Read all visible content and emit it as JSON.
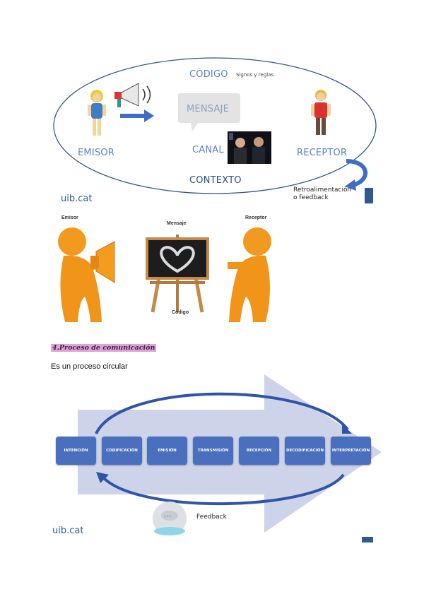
{
  "diagram1": {
    "codigo": "CÓDIGO",
    "signos": "Signos y reglas",
    "mensaje": "MENSAJE",
    "emisor": "EMISOR",
    "canal": "CANAL",
    "receptor": "RECEPTOR",
    "contexto": "CONTEXTO",
    "retro_line1": "Retroalimentación",
    "retro_line2": "o feedback",
    "source": "uib.cat"
  },
  "diagram2": {
    "emisor": "Emisor",
    "mensaje": "Mensaje",
    "receptor": "Receptor",
    "codigo": "Código"
  },
  "section": {
    "heading": "4.Proceso de comunicación",
    "intro": "Es un proceso circular"
  },
  "diagram3": {
    "steps": [
      "INTENCIÓN",
      "CODIFICACIÓN",
      "EMISIÓN",
      "TRANSMISIÓN",
      "RECEPCIÓN",
      "DECODIFICACIÓN",
      "INTERPRETACIÓN"
    ],
    "feedback": "Feedback",
    "source": "uib.cat"
  },
  "colors": {
    "ellipse": "#2f5a8f",
    "label_blue": "#5b82c4",
    "step_box": "#4a6fbf",
    "big_arrow": "#cdd3e8",
    "heading_bg": "#d9a6d6"
  }
}
